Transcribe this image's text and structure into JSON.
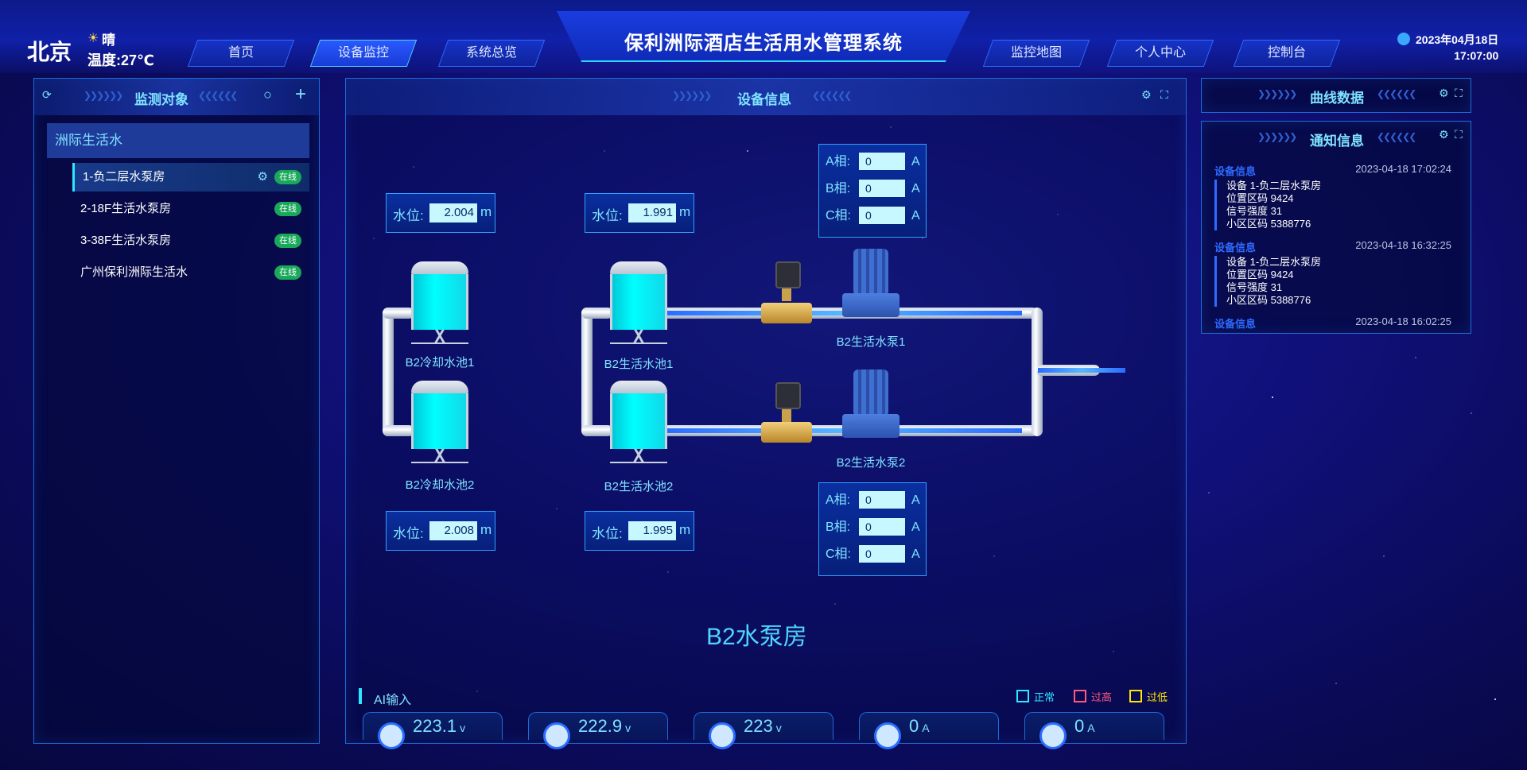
{
  "header": {
    "city": "北京",
    "weather": "晴",
    "temperature": "温度:27℃",
    "title": "保利洲际酒店生活用水管理系统",
    "date": "2023年04月18日",
    "time": "17:07:00",
    "nav_left": [
      "首页",
      "设备监控",
      "系统总览"
    ],
    "nav_right": [
      "监控地图",
      "个人中心",
      "控制台"
    ],
    "active_nav": "设备监控"
  },
  "left_panel": {
    "title": "监测对象",
    "root": "洲际生活水",
    "items": [
      {
        "label": "1-负二层水泵房",
        "status": "在线"
      },
      {
        "label": "2-18F生活水泵房",
        "status": "在线"
      },
      {
        "label": "3-38F生活水泵房",
        "status": "在线"
      },
      {
        "label": "广州保利洲际生活水",
        "status": "在线"
      }
    ]
  },
  "center_panel": {
    "title": "设备信息",
    "room_name": "B2水泵房",
    "levels": [
      {
        "label": "水位:",
        "value": "2.004",
        "unit": "m"
      },
      {
        "label": "水位:",
        "value": "1.991",
        "unit": "m"
      },
      {
        "label": "水位:",
        "value": "2.008",
        "unit": "m"
      },
      {
        "label": "水位:",
        "value": "1.995",
        "unit": "m"
      }
    ],
    "tanks": [
      "B2冷却水池1",
      "B2生活水池1",
      "B2冷却水池2",
      "B2生活水池2"
    ],
    "pumps": [
      "B2生活水泵1",
      "B2生活水泵2"
    ],
    "currents_top": [
      {
        "label": "A相:",
        "value": "0",
        "unit": "A"
      },
      {
        "label": "B相:",
        "value": "0",
        "unit": "A"
      },
      {
        "label": "C相:",
        "value": "0",
        "unit": "A"
      }
    ],
    "currents_bottom": [
      {
        "label": "A相:",
        "value": "0",
        "unit": "A"
      },
      {
        "label": "B相:",
        "value": "0",
        "unit": "A"
      },
      {
        "label": "C相:",
        "value": "0",
        "unit": "A"
      }
    ],
    "ai_label": "AI输入",
    "legend": [
      {
        "label": "正常",
        "color": "#2ee6ff"
      },
      {
        "label": "过高",
        "color": "#ff5a7a"
      },
      {
        "label": "过低",
        "color": "#ffe600"
      }
    ],
    "meters": [
      {
        "value": "223.1",
        "unit": "v"
      },
      {
        "value": "222.9",
        "unit": "v"
      },
      {
        "value": "223",
        "unit": "v"
      },
      {
        "value": "0",
        "unit": "A"
      },
      {
        "value": "0",
        "unit": "A"
      }
    ]
  },
  "right_panel": {
    "curve_title": "曲线数据",
    "notify_title": "通知信息",
    "notifications": [
      {
        "title": "设备信息",
        "time": "2023-04-18 17:02:24",
        "lines": [
          "设备 1-负二层水泵房",
          "位置区码 9424",
          "信号强度 31",
          "小区区码 5388776"
        ]
      },
      {
        "title": "设备信息",
        "time": "2023-04-18 16:32:25",
        "lines": [
          "设备 1-负二层水泵房",
          "位置区码 9424",
          "信号强度 31",
          "小区区码 5388776"
        ]
      },
      {
        "title": "设备信息",
        "time": "2023-04-18 16:02:25",
        "lines": []
      }
    ]
  }
}
